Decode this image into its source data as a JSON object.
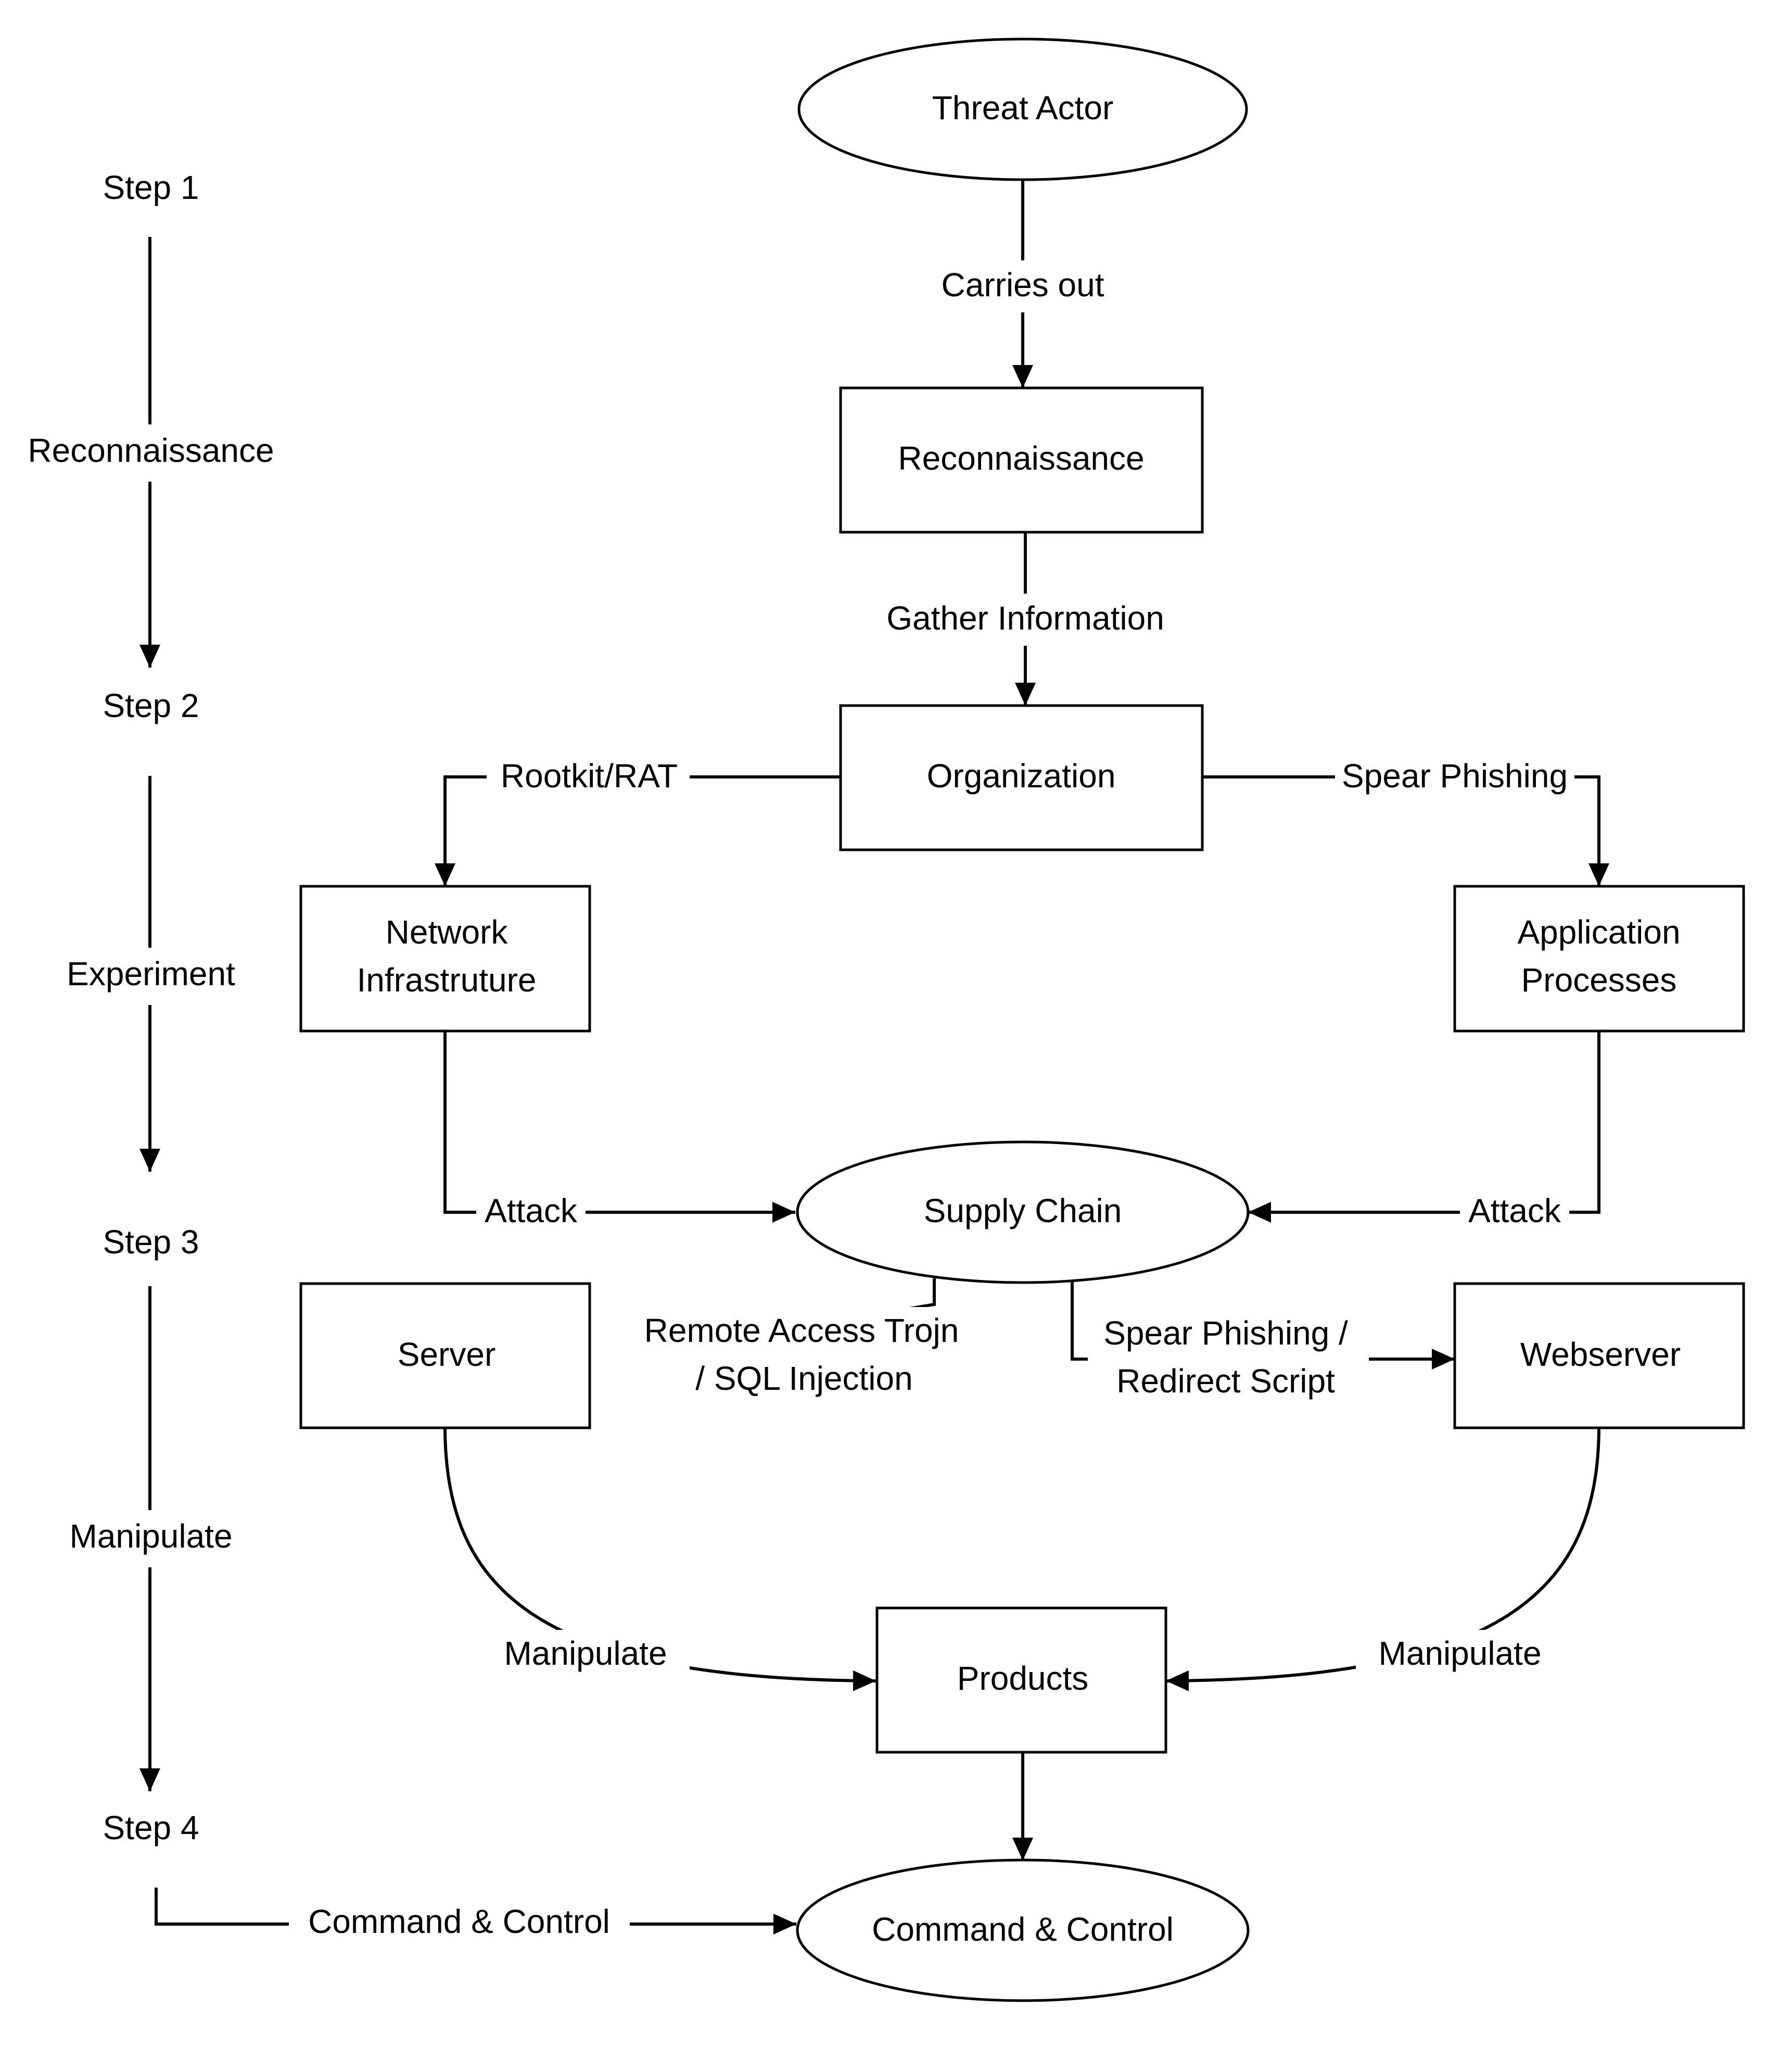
{
  "steps": {
    "step1": "Step 1",
    "phase1": "Reconnaissance",
    "step2": "Step 2",
    "phase2": "Experiment",
    "step3": "Step 3",
    "phase3": "Manipulate",
    "step4": "Step 4"
  },
  "nodes": {
    "threat_actor": "Threat Actor",
    "reconnaissance": "Reconnaissance",
    "organization": "Organization",
    "network_infrastructure": [
      "Network",
      "Infrastruture"
    ],
    "application_processes": [
      "Application",
      "Processes"
    ],
    "supply_chain": "Supply Chain",
    "server": "Server",
    "webserver": "Webserver",
    "products": "Products",
    "command_control": "Command & Control"
  },
  "edges": {
    "carries_out": "Carries out",
    "gather_information": "Gather Information",
    "rootkit_rat": "Rootkit/RAT",
    "spear_phishing": "Spear Phishing",
    "attack_left": "Attack",
    "attack_right": "Attack",
    "remote_access": [
      "Remote Access Trojn",
      "/ SQL Injection"
    ],
    "spear_redirect": [
      "Spear Phishing /",
      "Redirect Script"
    ],
    "manipulate_left": "Manipulate",
    "manipulate_right": "Manipulate",
    "command_control": "Command & Control"
  }
}
